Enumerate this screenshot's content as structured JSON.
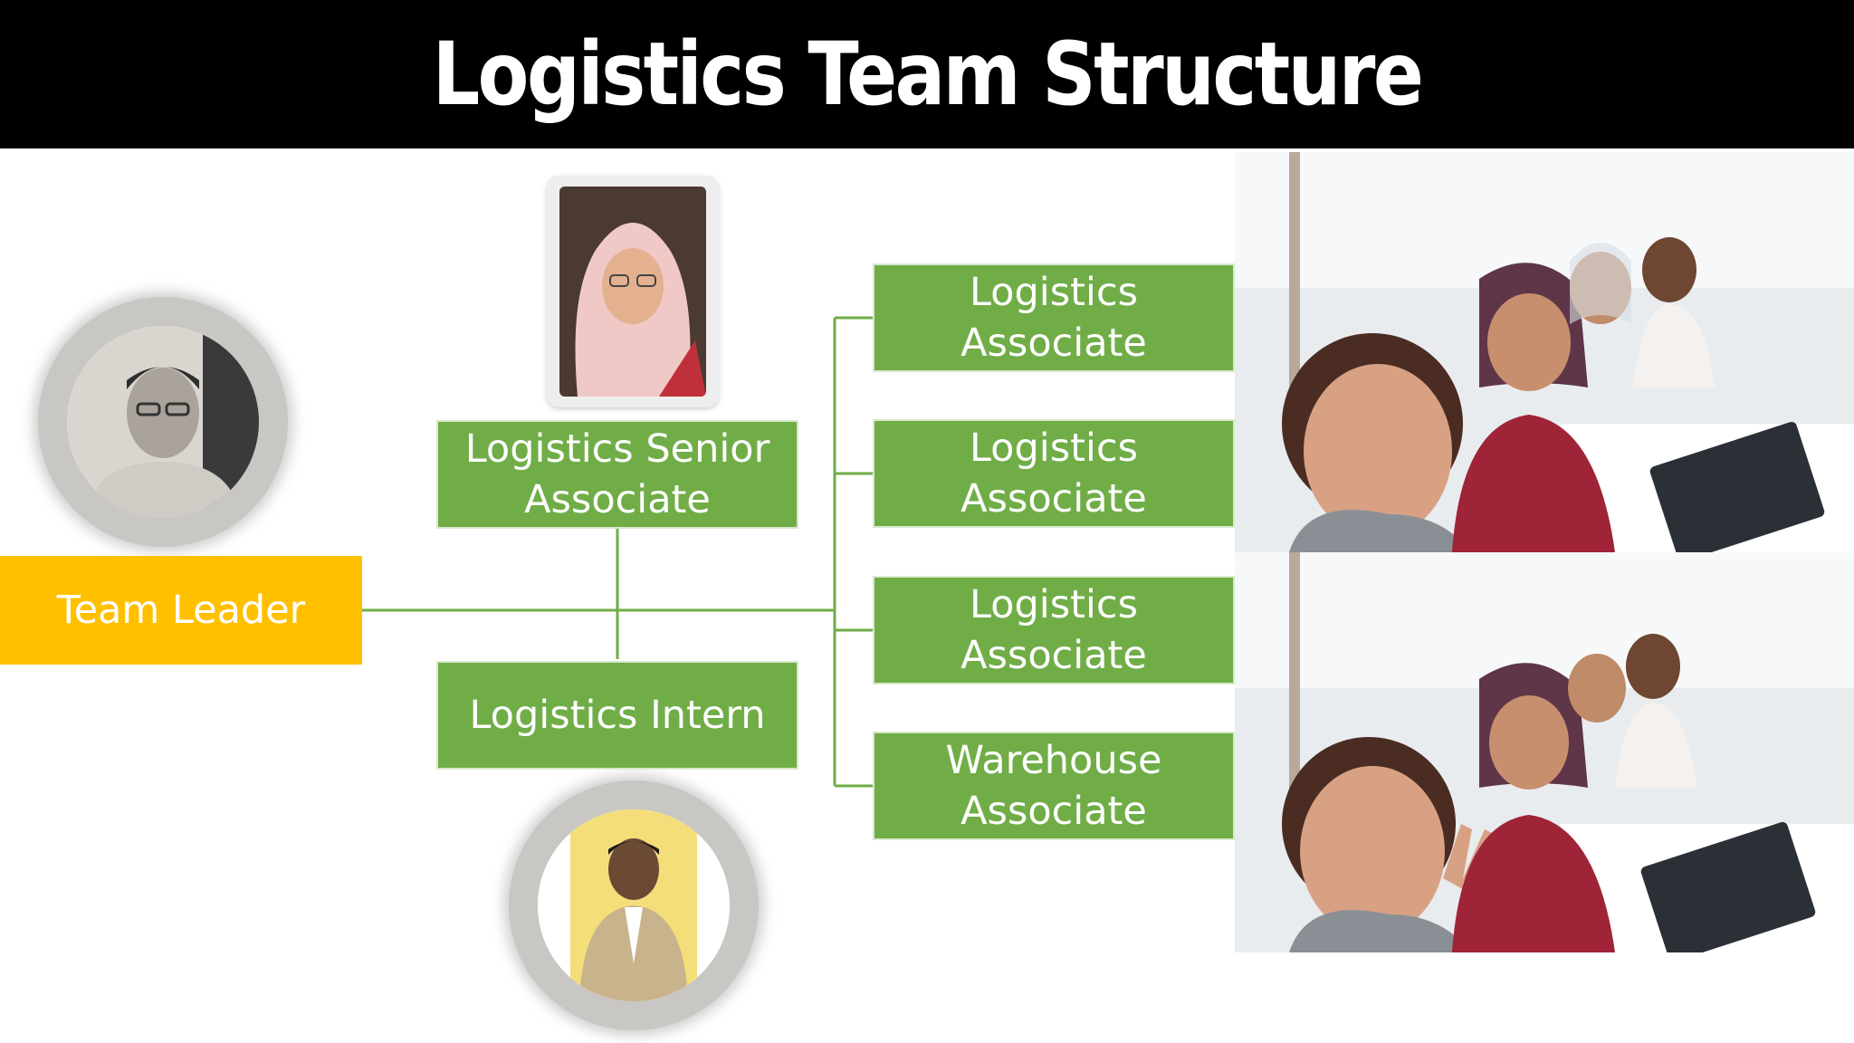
{
  "title": "Logistics Team Structure",
  "nodes": {
    "team_leader": "Team Leader",
    "senior_associate": [
      "Logistics Senior",
      "Associate"
    ],
    "intern": "Logistics Intern",
    "associate_1": "Logistics Associate",
    "associate_2": "Logistics Associate",
    "associate_3": "Logistics Associate",
    "warehouse": [
      "Warehouse",
      "Associate"
    ]
  },
  "colors": {
    "title_bar": "#000000",
    "green_box": "#70ad47",
    "leader_box": "#ffc000",
    "connector": "#70ad47"
  },
  "icons": {
    "team_leader_photo": "person-photo",
    "senior_photo": "person-photo",
    "intern_photo": "person-photo",
    "team_photo": "group-photo"
  }
}
